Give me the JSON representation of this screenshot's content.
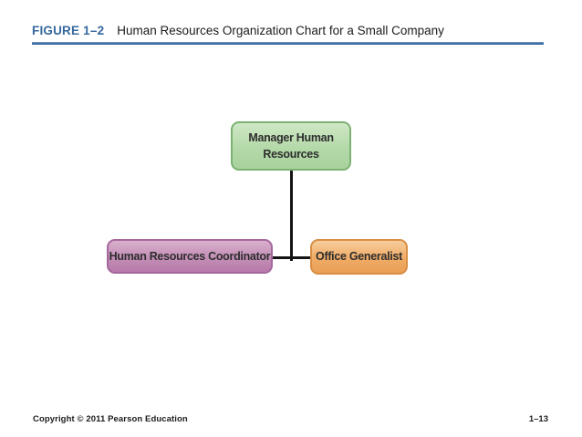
{
  "header": {
    "figure_label": "FIGURE 1–2",
    "title": "Human Resources Organization Chart for a Small Company"
  },
  "org_chart": {
    "type": "organization-chart",
    "root": {
      "label": "Manager Human Resources"
    },
    "children": [
      {
        "label": "Human Resources Coordinator"
      },
      {
        "label": "Office Generalist"
      }
    ]
  },
  "footer": {
    "copyright": "Copyright © 2011 Pearson Education",
    "page_number": "1–13"
  },
  "colors": {
    "accent_blue": "#35689e",
    "green_fill": "#b4d9a9",
    "green_border": "#7db273",
    "purple_fill": "#c38eb6",
    "purple_border": "#a4689c",
    "orange_fill": "#efab66",
    "orange_border": "#d88e45",
    "connector": "#141414",
    "background": "#ffffff"
  }
}
